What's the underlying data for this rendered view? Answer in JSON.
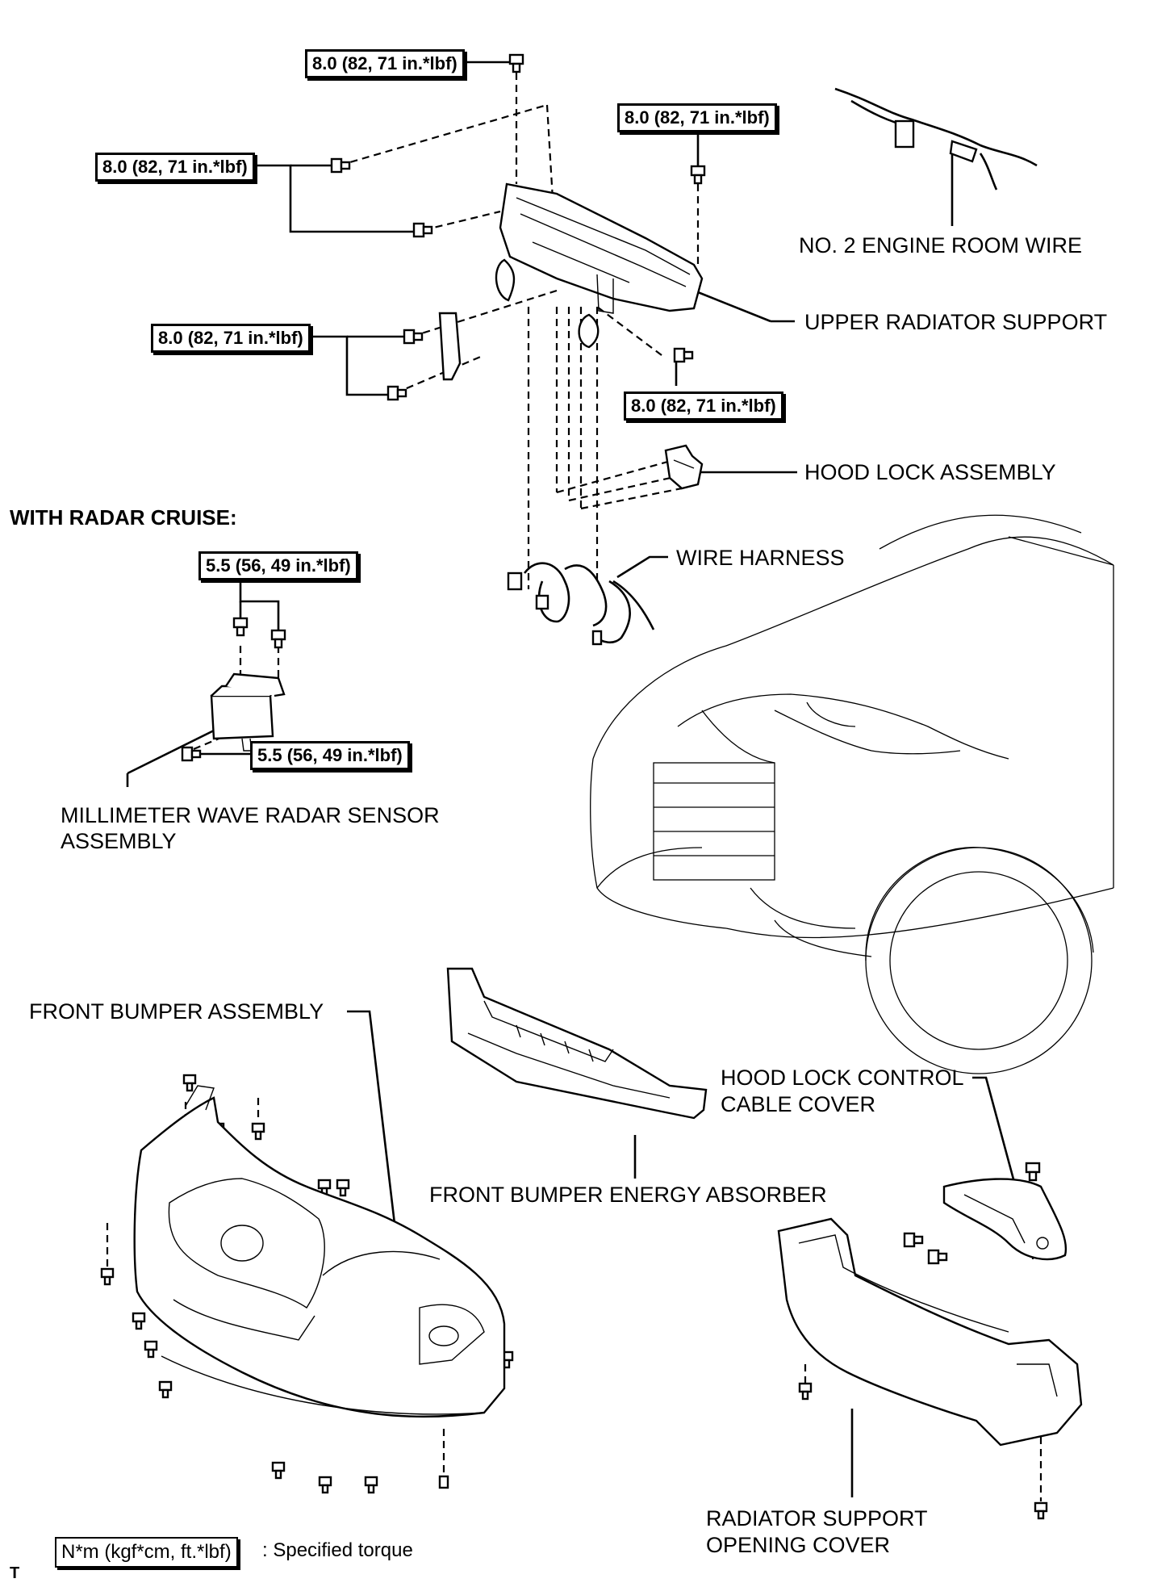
{
  "torque": {
    "t1": "8.0 (82, 71 in.*lbf)",
    "t2": "8.0 (82, 71 in.*lbf)",
    "t3": "8.0 (82, 71 in.*lbf)",
    "t4": "8.0 (82, 71 in.*lbf)",
    "t5": "8.0 (82, 71 in.*lbf)",
    "r1": "5.5 (56, 49 in.*lbf)",
    "r2": "5.5 (56, 49 in.*lbf)"
  },
  "labels": {
    "no2_wire": "NO. 2 ENGINE ROOM WIRE",
    "upper_support": "UPPER RADIATOR SUPPORT",
    "hood_lock": "HOOD LOCK ASSEMBLY",
    "radar_heading": "WITH RADAR CRUISE:",
    "wire_harness": "WIRE HARNESS",
    "radar_sensor_1": "MILLIMETER WAVE RADAR SENSOR",
    "radar_sensor_2": "ASSEMBLY",
    "front_bumper": "FRONT BUMPER ASSEMBLY",
    "absorber": "FRONT BUMPER ENERGY ABSORBER",
    "cable_cover_1": "HOOD LOCK CONTROL",
    "cable_cover_2": "CABLE COVER",
    "opening_cover_1": "RADIATOR SUPPORT",
    "opening_cover_2": "OPENING COVER"
  },
  "legend": {
    "unit": "N*m (kgf*cm, ft.*lbf)",
    "description": ": Specified torque"
  },
  "corner_mark": "T"
}
